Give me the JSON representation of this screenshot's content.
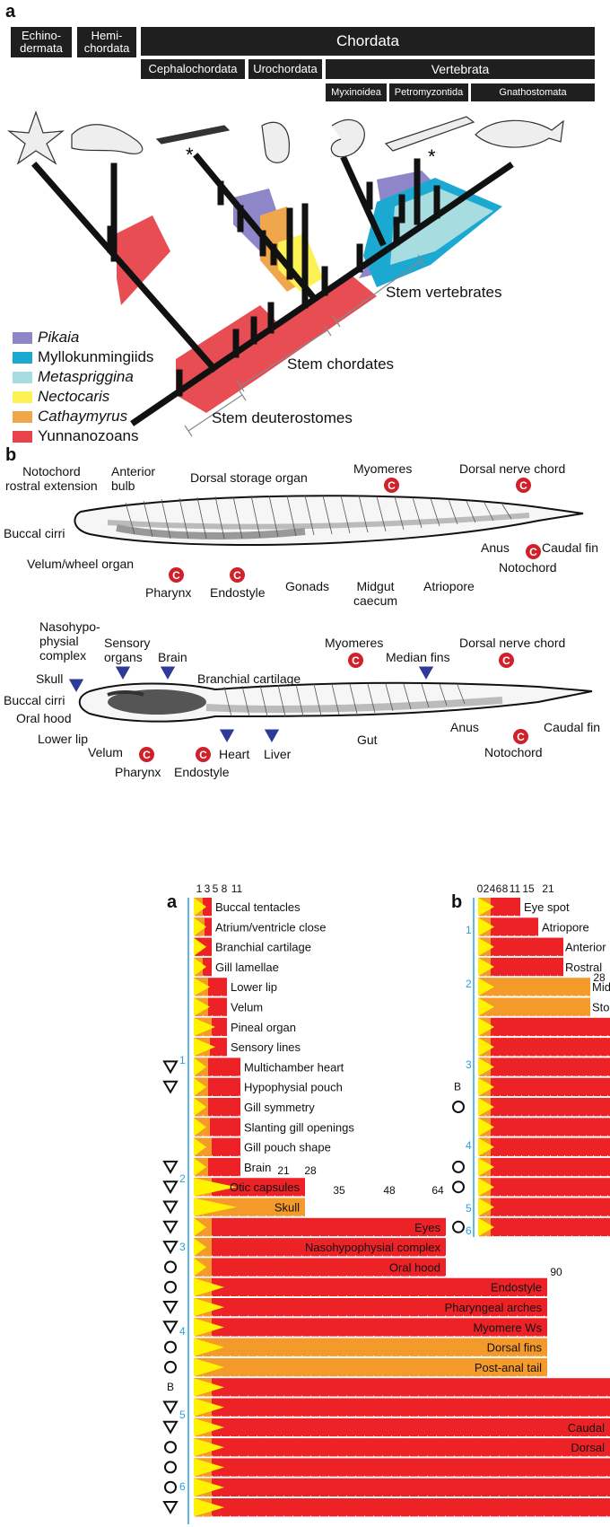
{
  "panel_a_top": {
    "label": "a",
    "headers": {
      "echinodermata": "Echino-\ndermata",
      "hemichordata": "Hemi-\nchordata",
      "chordata": "Chordata",
      "cephalochordata": "Cephalochordata",
      "urochordata": "Urochordata",
      "vertebrata": "Vertebrata",
      "myxinoidea": "Myxinoidea",
      "petromyzontida": "Petromyzontida",
      "gnathostomata": "Gnathostomata"
    },
    "asterisk": "*",
    "stem_labels": {
      "vertebrates": "Stem vertebrates",
      "chordates": "Stem chordates",
      "deuterostomes": "Stem deuterostomes"
    },
    "legend": [
      {
        "label": "Pikaia",
        "italic": true,
        "color": "#8d86c9"
      },
      {
        "label": "Myllokunmingiids",
        "italic": false,
        "color": "#1ba9d2"
      },
      {
        "label": "Metaspriggina",
        "italic": true,
        "color": "#a7dde0"
      },
      {
        "label": "Nectocaris",
        "italic": true,
        "color": "#fcf155"
      },
      {
        "label": "Cathaymyrus",
        "italic": true,
        "color": "#f0a74c"
      },
      {
        "label": "Yunnanozoans",
        "italic": false,
        "color": "#e8434b"
      }
    ]
  },
  "panel_b_top": {
    "label": "b",
    "amphioxus": {
      "notochord_rostral": "Notochord\nrostral extension",
      "anterior_bulb": "Anterior\nbulb",
      "dorsal_storage": "Dorsal storage organ",
      "myomeres": "Myomeres",
      "dorsal_nerve": "Dorsal nerve chord",
      "buccal_cirri": "Buccal cirri",
      "velum_wheel": "Velum/wheel organ",
      "pharynx": "Pharynx",
      "endostyle": "Endostyle",
      "gonads": "Gonads",
      "midgut": "Midgut\ncaecum",
      "atriopore": "Atriopore",
      "anus": "Anus",
      "notochord": "Notochord",
      "caudal_fin": "Caudal fin"
    },
    "lamprey": {
      "nasohypo": "Nasohypo-\nphysial\ncomplex",
      "sensory": "Sensory\norgans",
      "brain": "Brain",
      "myomeres": "Myomeres",
      "dorsal_nerve": "Dorsal nerve chord",
      "median_fins": "Median fins",
      "skull": "Skull",
      "branchial": "Branchial cartilage",
      "buccal_cirri": "Buccal cirri",
      "oral_hood": "Oral hood",
      "lower_lip": "Lower lip",
      "velum": "Velum",
      "pharynx": "Pharynx",
      "endostyle": "Endostyle",
      "heart": "Heart",
      "liver": "Liver",
      "gut": "Gut",
      "anus": "Anus",
      "notochord": "Notochord",
      "caudal_fin": "Caudal fin"
    },
    "c_glyph": "C",
    "v_glyph": "V"
  },
  "panel_a_bottom": {
    "label": "a",
    "ticks_top": [
      "1",
      "3",
      "5",
      "8",
      "11"
    ],
    "ticks_mid": [
      "21",
      "28"
    ],
    "ticks_mid2": [
      "35",
      "48",
      "64"
    ],
    "tick_90": "90",
    "features": [
      "Buccal tentacles",
      "Atrium/ventricle close",
      "Branchial cartilage",
      "Gill lamellae",
      "Lower lip",
      "Velum",
      "Pineal organ",
      "Sensory lines",
      "Multichamber heart",
      "Hypophysial pouch",
      "Gill symmetry",
      "Slanting gill openings",
      "Gill pouch shape",
      "Brain",
      "Otic capsules",
      "Skull",
      "Eyes",
      "Nasohypophysial complex",
      "Oral hood",
      "Endostyle",
      "Pharyngeal arches",
      "Myomere Ws",
      "Dorsal fins",
      "Post-anal tail",
      "",
      "",
      "Caudal",
      "Dorsal",
      "",
      "",
      ""
    ],
    "groups": [
      "1",
      "2",
      "3",
      "4",
      "5",
      "6"
    ],
    "symbol_b": "B"
  },
  "panel_b_bottom": {
    "label": "b",
    "ticks": [
      "0",
      "2",
      "4",
      "6",
      "8",
      "11",
      "15",
      "21"
    ],
    "tick_28": "28",
    "features": [
      "Eye spot",
      "Atriopore",
      "Anterior",
      "Rostral",
      "Midgut caecum",
      "Storage organ"
    ],
    "groups": [
      "1",
      "2",
      "3",
      "4",
      "5",
      "6"
    ],
    "symbol_b": "B"
  }
}
